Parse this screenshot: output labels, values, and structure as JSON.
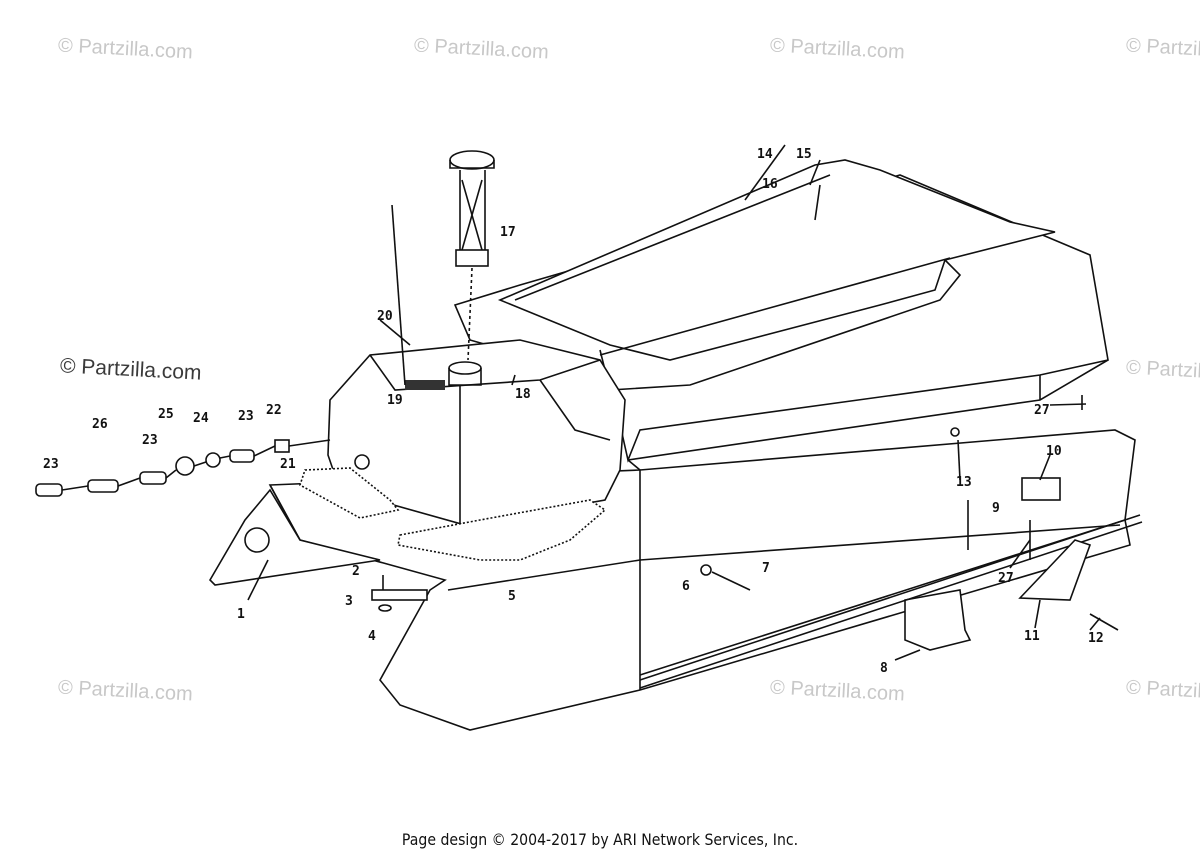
{
  "watermark": {
    "text": "© Partzilla.com"
  },
  "callouts": [
    "1",
    "2",
    "3",
    "4",
    "5",
    "6",
    "7",
    "8",
    "9",
    "10",
    "11",
    "12",
    "13",
    "14",
    "15",
    "16",
    "17",
    "18",
    "19",
    "20",
    "21",
    "22",
    "23",
    "24",
    "25",
    "26",
    "27"
  ],
  "footer": {
    "text": "Page design © 2004-2017 by ARI Network Services, Inc."
  },
  "colors": {
    "line": "#111111",
    "watermark": "#c8c8c8",
    "background": "#ffffff"
  }
}
